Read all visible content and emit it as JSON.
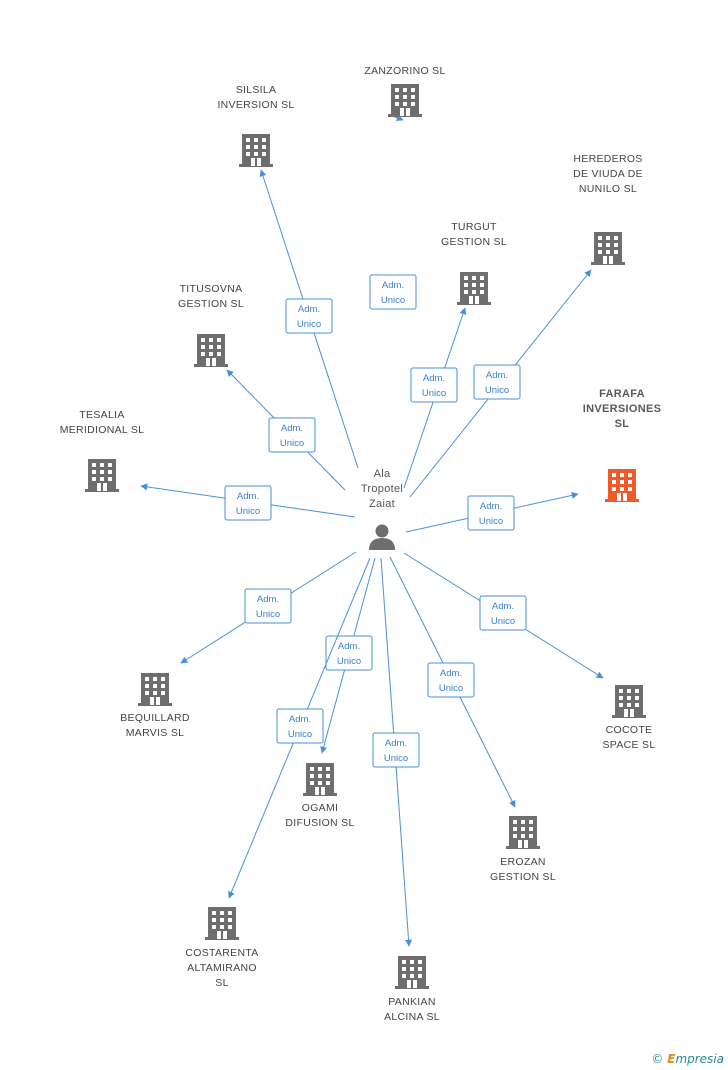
{
  "colors": {
    "edge": "#4a90d9",
    "building": "#6e6e6e",
    "building_highlight": "#f05a28",
    "person": "#6e6e6e",
    "text": "#444444"
  },
  "center": {
    "name": [
      "Ala",
      "Tropotel",
      "Zaiat"
    ],
    "icon": "person-icon"
  },
  "nodes": [
    {
      "id": "zanzorino",
      "label": [
        "ZANZORINO SL"
      ],
      "icon": "building-icon",
      "highlight": false,
      "edge": [
        "Adm.",
        "Unico"
      ]
    },
    {
      "id": "silsila",
      "label": [
        "SILSILA",
        "INVERSION SL"
      ],
      "icon": "building-icon",
      "highlight": false,
      "edge": [
        "Adm.",
        "Unico"
      ]
    },
    {
      "id": "herederos",
      "label": [
        "HEREDEROS",
        "DE VIUDA DE",
        "NUNILO SL"
      ],
      "icon": "building-icon",
      "highlight": false,
      "edge": [
        "Adm.",
        "Unico"
      ]
    },
    {
      "id": "turgut",
      "label": [
        "TURGUT",
        "GESTION SL"
      ],
      "icon": "building-icon",
      "highlight": false,
      "edge": [
        "Adm.",
        "Unico"
      ]
    },
    {
      "id": "titusovna",
      "label": [
        "TITUSOVNA",
        "GESTION SL"
      ],
      "icon": "building-icon",
      "highlight": false,
      "edge": [
        "Adm.",
        "Unico"
      ]
    },
    {
      "id": "tesalia",
      "label": [
        "TESALIA",
        "MERIDIONAL SL"
      ],
      "icon": "building-icon",
      "highlight": false,
      "edge": [
        "Adm.",
        "Unico"
      ]
    },
    {
      "id": "farafa",
      "label": [
        "FARAFA",
        "INVERSIONES",
        "SL"
      ],
      "icon": "building-icon",
      "highlight": true,
      "edge": [
        "Adm.",
        "Unico"
      ]
    },
    {
      "id": "bequillard",
      "label": [
        "BEQUILLARD",
        "MARVIS SL"
      ],
      "icon": "building-icon",
      "highlight": false,
      "edge": [
        "Adm.",
        "Unico"
      ]
    },
    {
      "id": "cocote",
      "label": [
        "COCOTE",
        "SPACE SL"
      ],
      "icon": "building-icon",
      "highlight": false,
      "edge": [
        "Adm.",
        "Unico"
      ]
    },
    {
      "id": "ogami",
      "label": [
        "OGAMI",
        "DIFUSION SL"
      ],
      "icon": "building-icon",
      "highlight": false,
      "edge": [
        "Adm.",
        "Unico"
      ]
    },
    {
      "id": "erozan",
      "label": [
        "EROZAN",
        "GESTION SL"
      ],
      "icon": "building-icon",
      "highlight": false,
      "edge": [
        "Adm.",
        "Unico"
      ]
    },
    {
      "id": "costarenta",
      "label": [
        "COSTARENTA",
        "ALTAMIRANO",
        "SL"
      ],
      "icon": "building-icon",
      "highlight": false,
      "edge": [
        "Adm.",
        "Unico"
      ]
    },
    {
      "id": "pankian",
      "label": [
        "PANKIAN",
        "ALCINA SL"
      ],
      "icon": "building-icon",
      "highlight": false,
      "edge": [
        "Adm.",
        "Unico"
      ]
    }
  ],
  "footer": {
    "copyright": "©",
    "brand_initial": "E",
    "brand_rest": "mpresia"
  }
}
